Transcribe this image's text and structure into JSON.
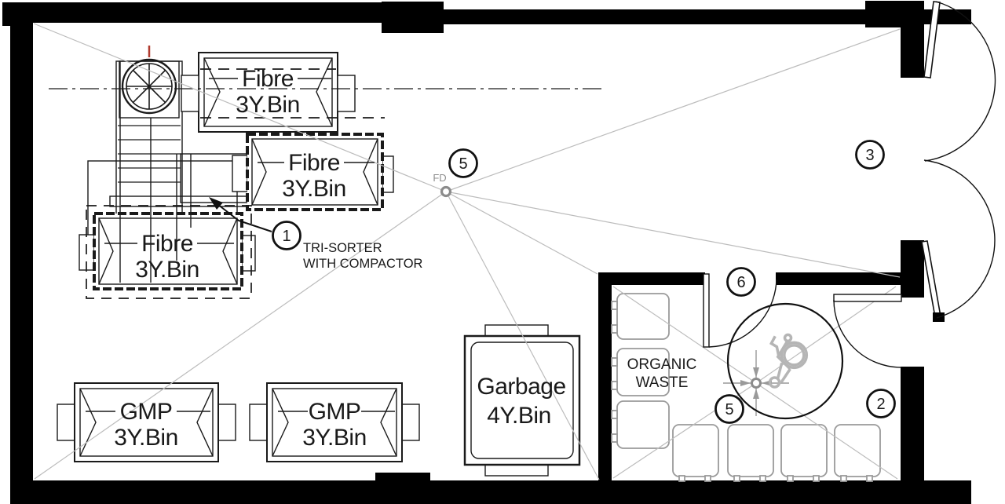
{
  "bins": [
    {
      "id": "fibre-bin-1",
      "label": "Fibre",
      "size": "3Y.Bin"
    },
    {
      "id": "fibre-bin-2",
      "label": "Fibre",
      "size": "3Y.Bin"
    },
    {
      "id": "fibre-bin-3",
      "label": "Fibre",
      "size": "3Y.Bin"
    },
    {
      "id": "gmp-bin-1",
      "label": "GMP",
      "size": "3Y.Bin"
    },
    {
      "id": "gmp-bin-2",
      "label": "GMP",
      "size": "3Y.Bin"
    },
    {
      "id": "garbage-bin",
      "label": "Garbage",
      "size": "4Y.Bin"
    }
  ],
  "organic_room": {
    "label_line1": "ORGANIC",
    "label_line2": "WASTE"
  },
  "annotations": {
    "leader_note_line1": "TRI-SORTER",
    "leader_note_line2": "WITH COMPACTOR",
    "floor_drain_label": "FD"
  },
  "callouts": [
    {
      "number": "1"
    },
    {
      "number": "5"
    },
    {
      "number": "3"
    },
    {
      "number": "6"
    },
    {
      "number": "5"
    },
    {
      "number": "2"
    }
  ],
  "colors": {
    "wall": "#000000",
    "line": "#1a1a1a",
    "slope_line": "#bcbcbc",
    "drain": "#8c8c8c",
    "accessibility_symbol": "#b5b5b5",
    "chute_marker": "#b03a2e",
    "background": "#ffffff"
  }
}
